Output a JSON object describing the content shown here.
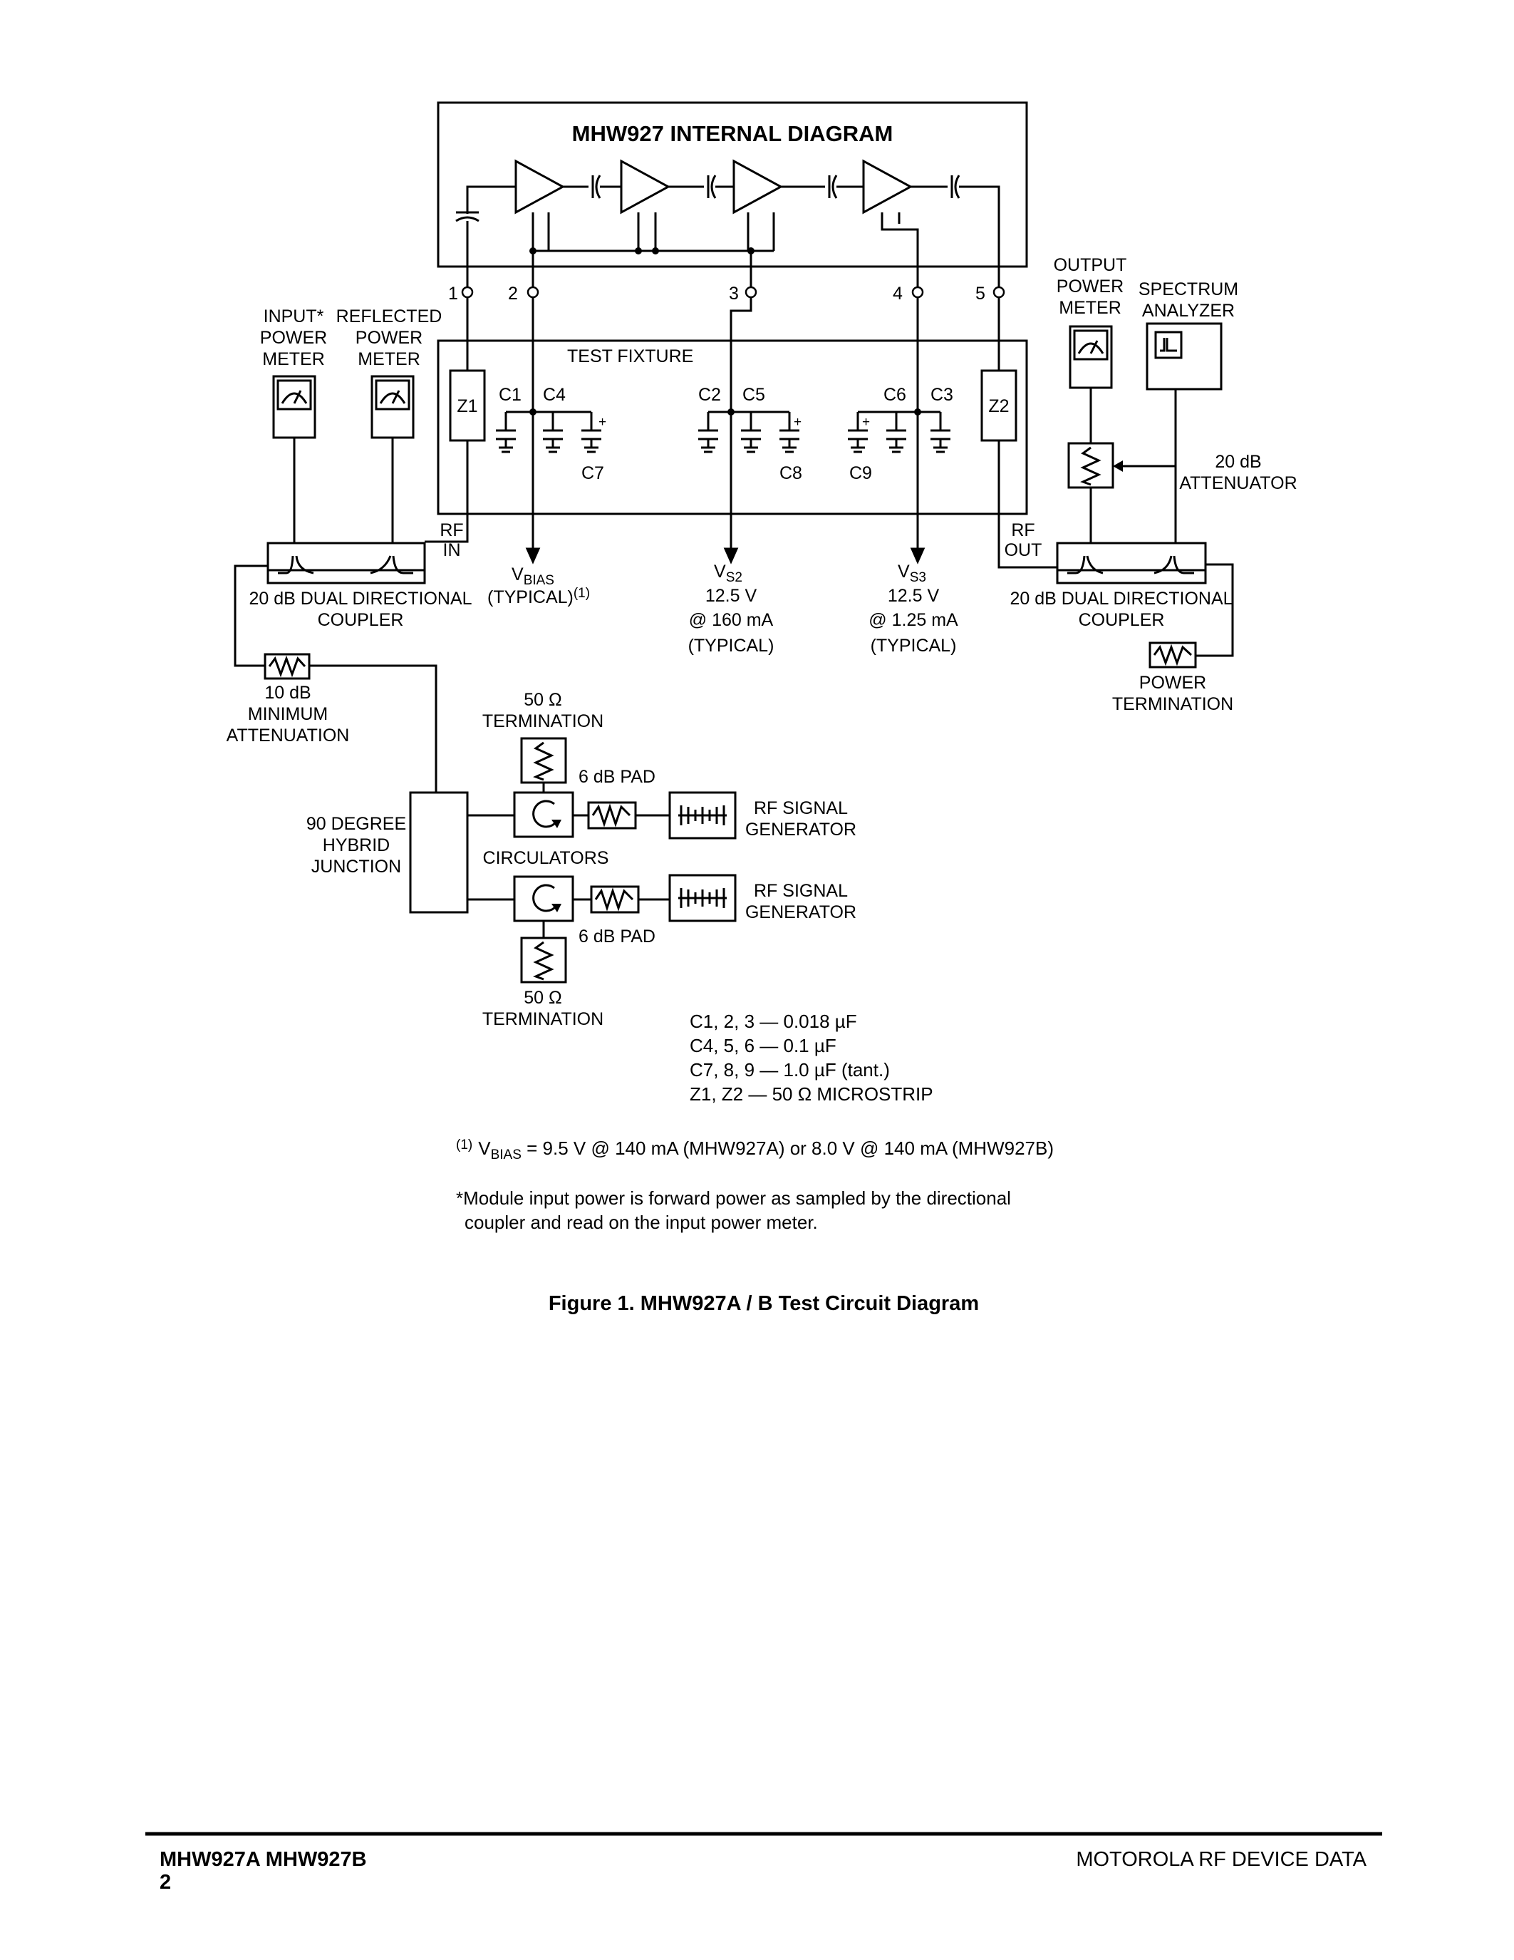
{
  "diagram": {
    "internal_title": "MHW927 INTERNAL DIAGRAM",
    "test_fixture": "TEST FIXTURE",
    "pins": [
      "1",
      "2",
      "3",
      "4",
      "5"
    ],
    "capacitors": {
      "c1": "C1",
      "c4": "C4",
      "c7": "C7",
      "c2": "C2",
      "c5": "C5",
      "c8": "C8",
      "c6": "C6",
      "c3": "C3",
      "c9": "C9"
    },
    "microstrip": {
      "z1": "Z1",
      "z2": "Z2"
    },
    "rf_in": [
      "RF",
      "IN"
    ],
    "rf_out": [
      "RF",
      "OUT"
    ],
    "vbias": {
      "symbol": "V",
      "sub": "BIAS",
      "line2": "(TYPICAL)",
      "footnote_mark": "(1)"
    },
    "vs2": {
      "symbol": "V",
      "sub": "S2",
      "voltage": "12.5 V",
      "current": "@ 160 mA",
      "typical": "(TYPICAL)"
    },
    "vs3": {
      "symbol": "V",
      "sub": "S3",
      "voltage": "12.5 V",
      "current": "@ 1.25 mA",
      "typical": "(TYPICAL)"
    },
    "input_meter": [
      "INPUT*",
      "POWER",
      "METER"
    ],
    "reflected_meter": [
      "REFLECTED",
      "POWER",
      "METER"
    ],
    "output_meter": [
      "OUTPUT",
      "POWER",
      "METER"
    ],
    "spectrum": [
      "SPECTRUM",
      "ANALYZER"
    ],
    "attenuator_20db": [
      "20 dB",
      "ATTENUATOR"
    ],
    "coupler_left": [
      "20 dB DUAL DIRECTIONAL",
      "COUPLER"
    ],
    "coupler_right": [
      "20 dB DUAL DIRECTIONAL",
      "COUPLER"
    ],
    "power_termination": [
      "POWER",
      "TERMINATION"
    ],
    "atten_10db": [
      "10 dB",
      "MINIMUM",
      "ATTENUATION"
    ],
    "hybrid": [
      "90 DEGREE",
      "HYBRID",
      "JUNCTION"
    ],
    "term_top": [
      "50 Ω",
      "TERMINATION"
    ],
    "term_bottom": [
      "50 Ω",
      "TERMINATION"
    ],
    "pad_top": "6 dB PAD",
    "pad_bottom": "6 dB PAD",
    "circulators": "CIRCULATORS",
    "gen_top": [
      "RF SIGNAL",
      "GENERATOR"
    ],
    "gen_bottom": [
      "RF SIGNAL",
      "GENERATOR"
    ],
    "component_values": [
      "C1, 2, 3 — 0.018 µF",
      "C4, 5, 6 — 0.1 µF",
      "C7, 8, 9 — 1.0 µF (tant.)",
      "Z1, Z2 — 50 Ω MICROSTRIP"
    ],
    "note1": {
      "mark": "(1)",
      "symbol": "V",
      "sub": "BIAS",
      "text": " = 9.5 V @ 140 mA (MHW927A) or 8.0 V @ 140 mA (MHW927B)"
    },
    "note2": [
      "*Module input power is forward power as sampled by the directional",
      "coupler and read on the input power meter."
    ],
    "caption": "Figure 1. MHW927A / B Test Circuit Diagram"
  },
  "footer": {
    "part": "MHW927A MHW927B",
    "page": "2",
    "publisher": "MOTOROLA RF DEVICE DATA"
  }
}
